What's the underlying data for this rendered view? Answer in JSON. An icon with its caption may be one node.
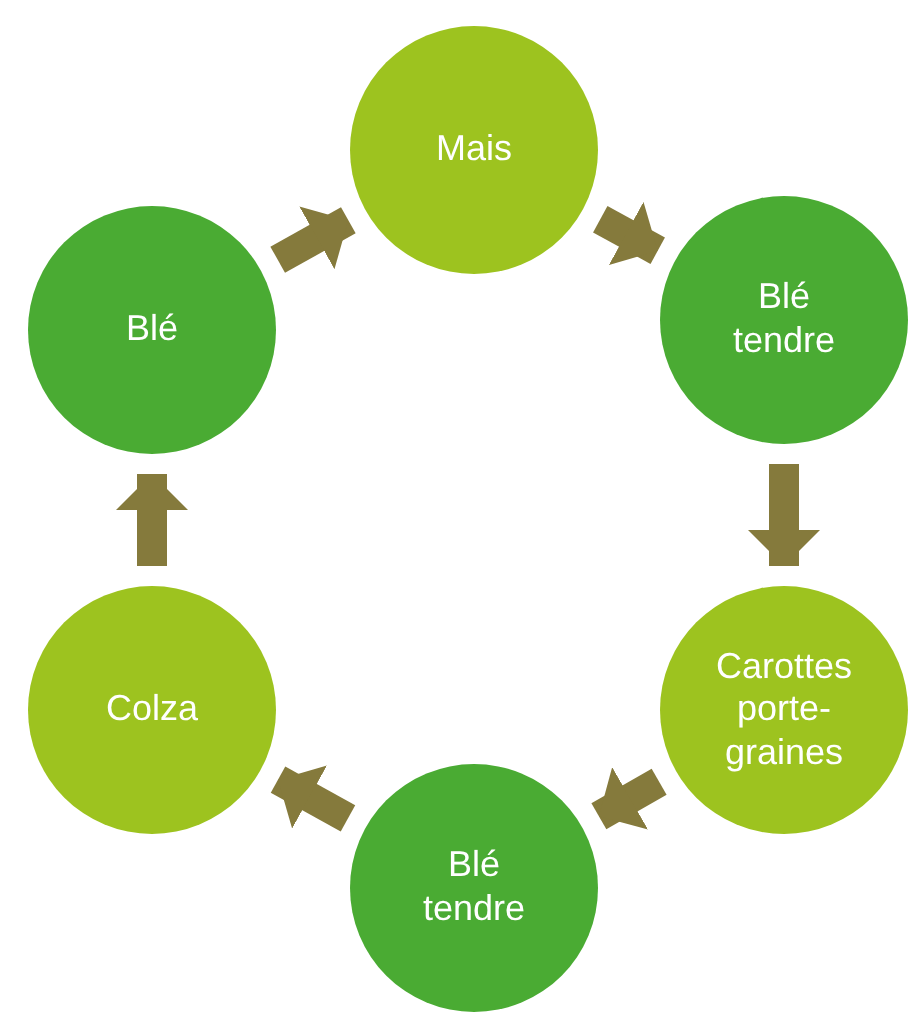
{
  "diagram": {
    "nodes": [
      {
        "text": [
          "Mais"
        ]
      },
      {
        "text": [
          "Blé tendre"
        ]
      },
      {
        "text": [
          "Carottes porte-graines"
        ]
      },
      {
        "text": [
          "Blé tendre"
        ]
      },
      {
        "text": [
          "Colza"
        ]
      },
      {
        "text": [
          "Blé"
        ]
      }
    ],
    "edges": [
      {
        "from": 0,
        "to": 1,
        "arrow": "to"
      },
      {
        "from": 1,
        "to": 2,
        "arrow": "to"
      },
      {
        "from": 2,
        "to": 3,
        "arrow": "to"
      },
      {
        "from": 3,
        "to": 4,
        "arrow": "to"
      },
      {
        "from": 4,
        "to": 5,
        "arrow": "to"
      },
      {
        "from": 5,
        "to": 0,
        "arrow": "to"
      }
    ]
  }
}
